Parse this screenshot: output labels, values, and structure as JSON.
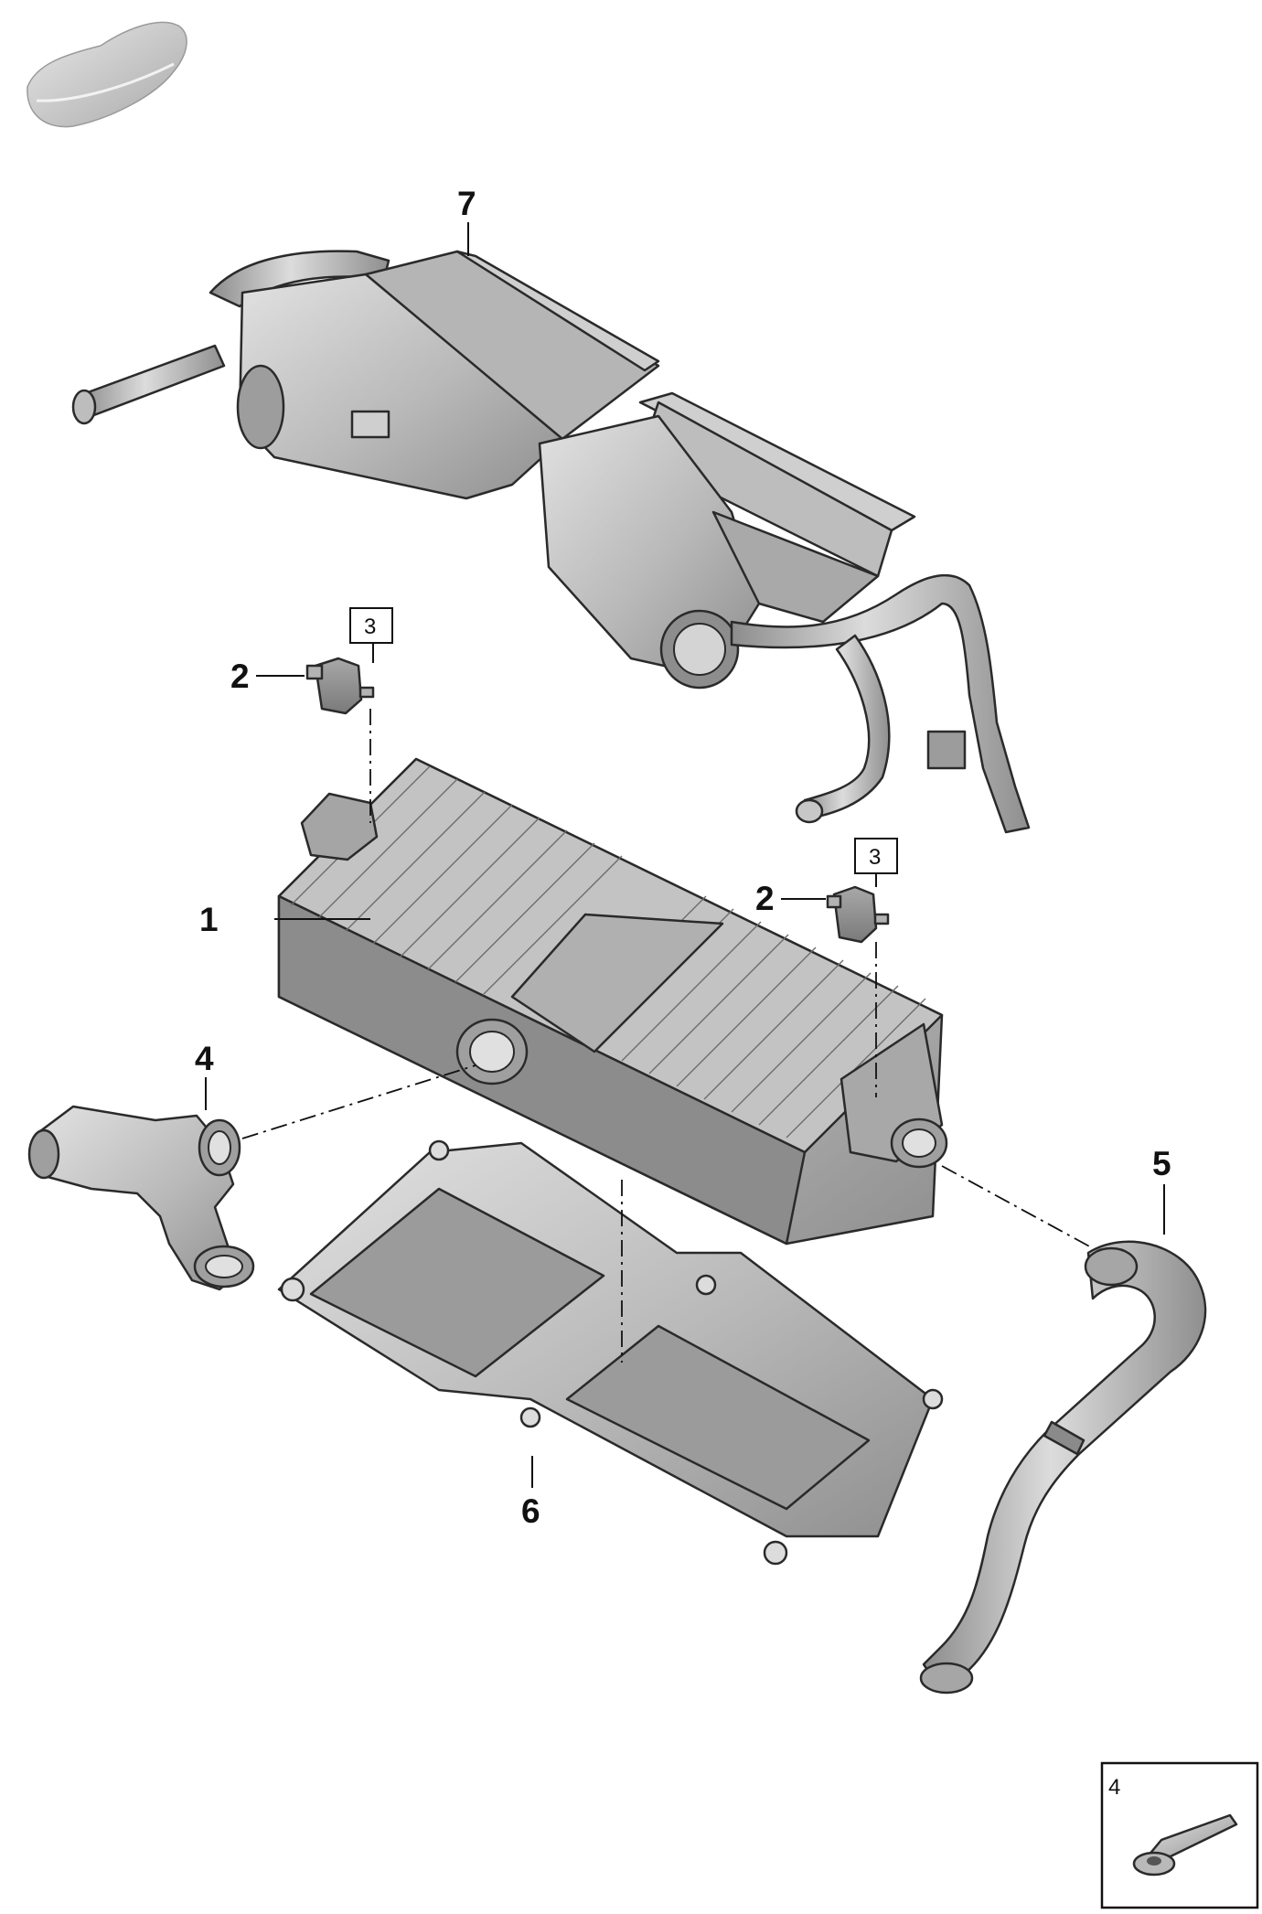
{
  "callouts": {
    "c1": "1",
    "c2a": "2",
    "c2b": "2",
    "c3a": "3",
    "c3b": "3",
    "c4": "4",
    "c5": "5",
    "c6": "6",
    "c7": "7",
    "legend_box": "4"
  },
  "icons": {
    "vehicle_silhouette": "car-thumbnail-icon",
    "bolt": "bolt-icon"
  },
  "colors": {
    "part_fill": "#c9c9c9",
    "part_shade": "#9a9a9a",
    "line": "#111111"
  }
}
